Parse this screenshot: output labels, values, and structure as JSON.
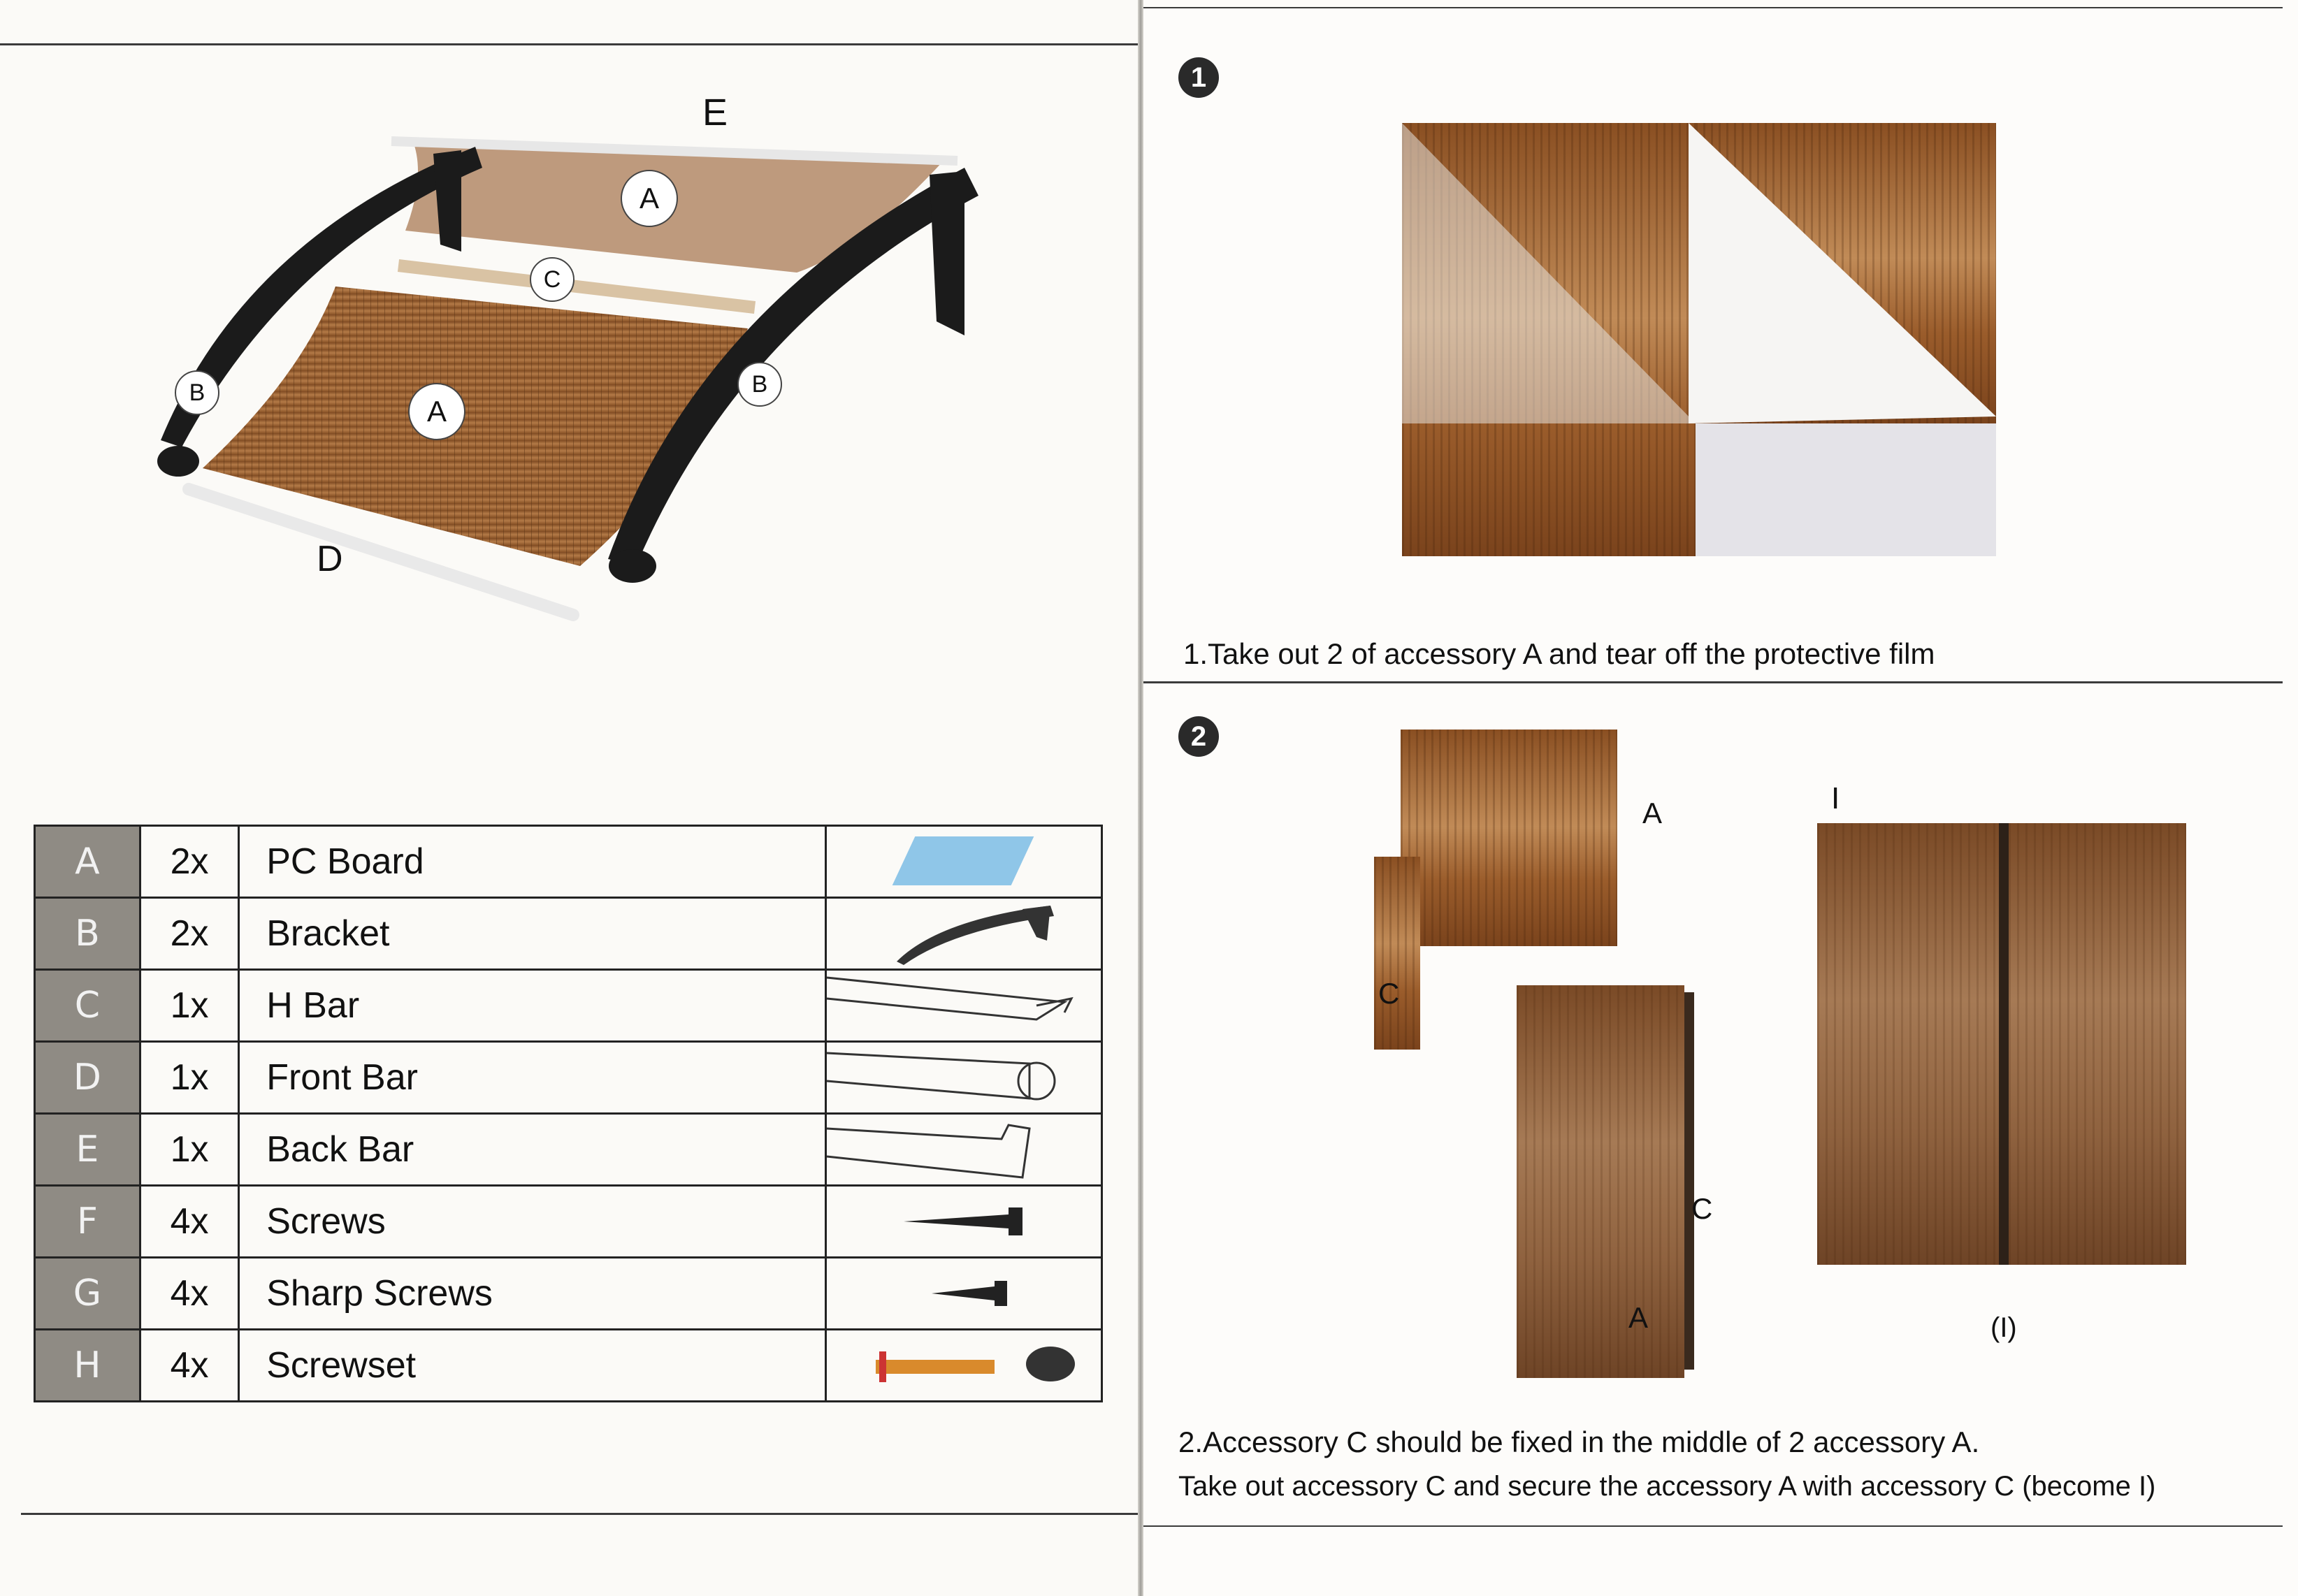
{
  "diagram": {
    "labels": {
      "E": "E",
      "A_top": "A",
      "C": "C",
      "A_bottom": "A",
      "B_left": "B",
      "B_right": "B",
      "D": "D"
    }
  },
  "parts_table": {
    "rows": [
      {
        "letter": "A",
        "qty": "2x",
        "name": "PC Board",
        "icon": "pc-board-icon"
      },
      {
        "letter": "B",
        "qty": "2x",
        "name": "Bracket",
        "icon": "bracket-icon"
      },
      {
        "letter": "C",
        "qty": "1x",
        "name": "H Bar",
        "icon": "h-bar-icon"
      },
      {
        "letter": "D",
        "qty": "1x",
        "name": "Front Bar",
        "icon": "front-bar-icon"
      },
      {
        "letter": "E",
        "qty": "1x",
        "name": "Back Bar",
        "icon": "back-bar-icon"
      },
      {
        "letter": "F",
        "qty": "4x",
        "name": "Screws",
        "icon": "screw-icon"
      },
      {
        "letter": "G",
        "qty": "4x",
        "name": "Sharp Screws",
        "icon": "sharp-screw-icon"
      },
      {
        "letter": "H",
        "qty": "4x",
        "name": "Screwset",
        "icon": "screwset-icon"
      }
    ]
  },
  "step1": {
    "number": "1",
    "text": "1.Take out 2 of accessory A and tear off the protective film"
  },
  "step2": {
    "number": "2",
    "label_A_top": "A",
    "label_C_left": "C",
    "label_C_right": "C",
    "label_A_bottom": "A",
    "label_I": "I",
    "label_I_paren": "(I)",
    "text_line1": "2.Accessory C should be fixed in the middle of 2 accessory A.",
    "text_line2": "Take out accessory C and secure the accessory A with accessory C  (become I)"
  },
  "colors": {
    "board_brown": "#a66a3a",
    "bracket_black": "#1b1b1b",
    "table_letter_bg": "#8f8b84"
  }
}
